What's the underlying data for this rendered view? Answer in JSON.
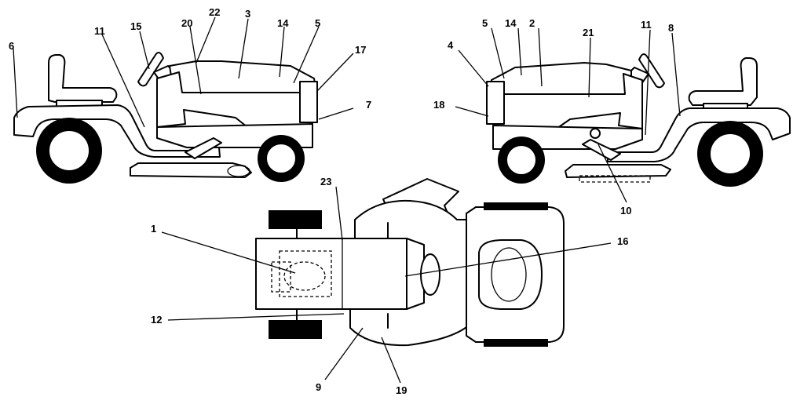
{
  "side_view_left": {
    "callouts": [
      "6",
      "11",
      "15",
      "20",
      "22",
      "3",
      "14",
      "5",
      "17",
      "7"
    ]
  },
  "side_view_right": {
    "callouts": [
      "4",
      "5",
      "14",
      "2",
      "21",
      "11",
      "8",
      "18",
      "10"
    ]
  },
  "top_view": {
    "callouts": [
      "23",
      "1",
      "16",
      "12",
      "9",
      "19"
    ]
  }
}
